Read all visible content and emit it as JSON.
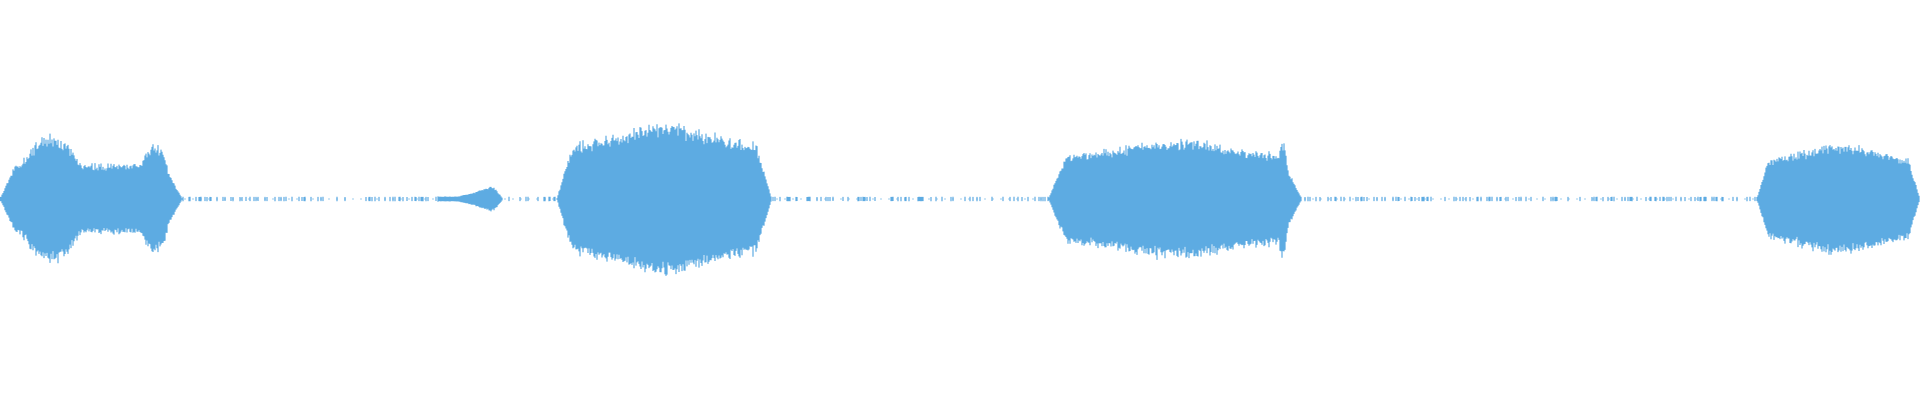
{
  "waveform": {
    "color": "#5dabe2",
    "background": "#ffffff",
    "duration_fraction_segments": [
      {
        "start": 0.0,
        "end": 0.095,
        "peak": 0.6,
        "shape": "double-hump"
      },
      {
        "start": 0.228,
        "end": 0.262,
        "peak": 0.16,
        "shape": "ramp-up"
      },
      {
        "start": 0.29,
        "end": 0.402,
        "peak": 0.7,
        "shape": "dome"
      },
      {
        "start": 0.546,
        "end": 0.678,
        "peak": 0.66,
        "shape": "dome-late"
      },
      {
        "start": 0.915,
        "end": 1.0,
        "peak": 0.52,
        "shape": "dome"
      }
    ],
    "silence_level": 0.01
  }
}
